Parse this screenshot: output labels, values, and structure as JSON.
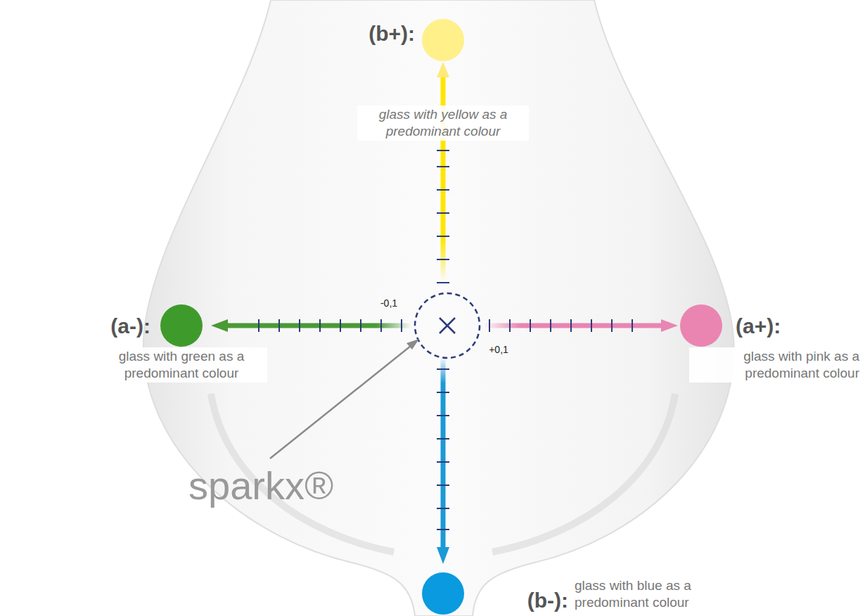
{
  "diagram": {
    "nodes": [
      {
        "text": [
          "(b+):",
          "glass with yellow as a predominant colour"
        ]
      },
      {
        "text": [
          "(a-):",
          "glass with green as a predominant colour"
        ]
      },
      {
        "text": [
          "(a+):",
          "glass with pink as a predominant colour"
        ]
      },
      {
        "text": [
          "(b-):",
          "glass with blue as a predominant colour"
        ]
      }
    ],
    "labels": [
      "-0,1",
      "+0,1",
      "sparkx®"
    ]
  }
}
